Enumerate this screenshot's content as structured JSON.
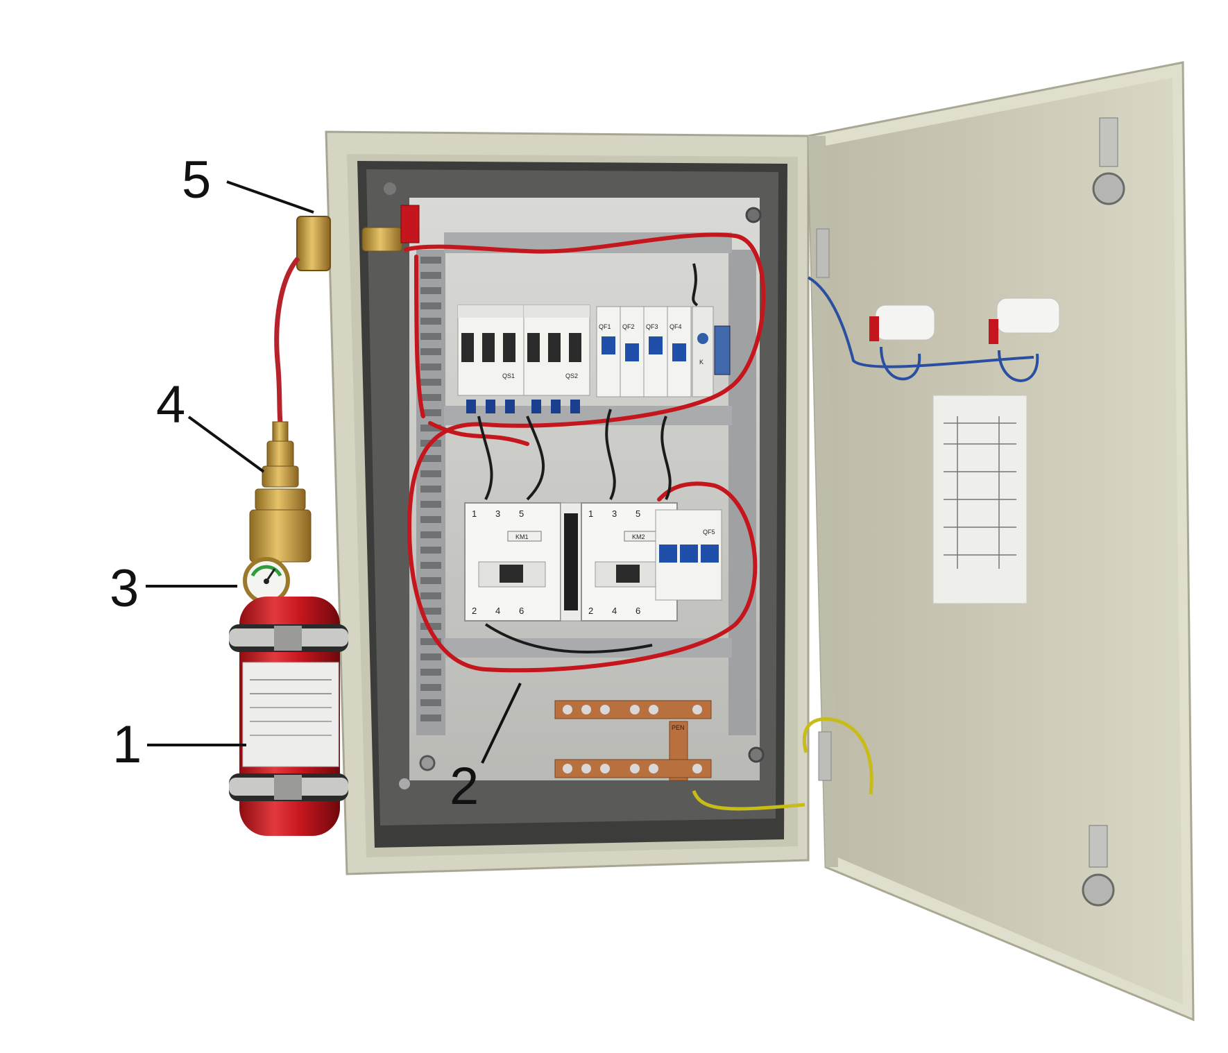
{
  "colors": {
    "cabinet": "#d8d7c6",
    "cabinet_shadow": "#b8b6a3",
    "backplate": "#c9cac6",
    "wire_red": "#c5161d",
    "cylinder_red": "#c8161f",
    "brass": "#c49a3a",
    "copper": "#b9703f",
    "door_inner": "#cfcdb9"
  },
  "callouts": [
    {
      "number": "1",
      "name": "cylinder"
    },
    {
      "number": "2",
      "name": "cable"
    },
    {
      "number": "3",
      "name": "pressure-gauge"
    },
    {
      "number": "4",
      "name": "valve"
    },
    {
      "number": "5",
      "name": "nozzle"
    }
  ],
  "device_labels": {
    "qs1": "QS1",
    "qs2": "QS2",
    "qf1": "QF1",
    "qf2": "QF2",
    "qf3": "QF3",
    "qf4": "QF4",
    "qf5": "QF5",
    "km1": "KM1",
    "km2": "KM2",
    "pen": "PEN",
    "k": "K"
  },
  "contactor_terminals": {
    "top": [
      "1",
      "3",
      "5"
    ],
    "bottom": [
      "2",
      "4",
      "6"
    ]
  }
}
